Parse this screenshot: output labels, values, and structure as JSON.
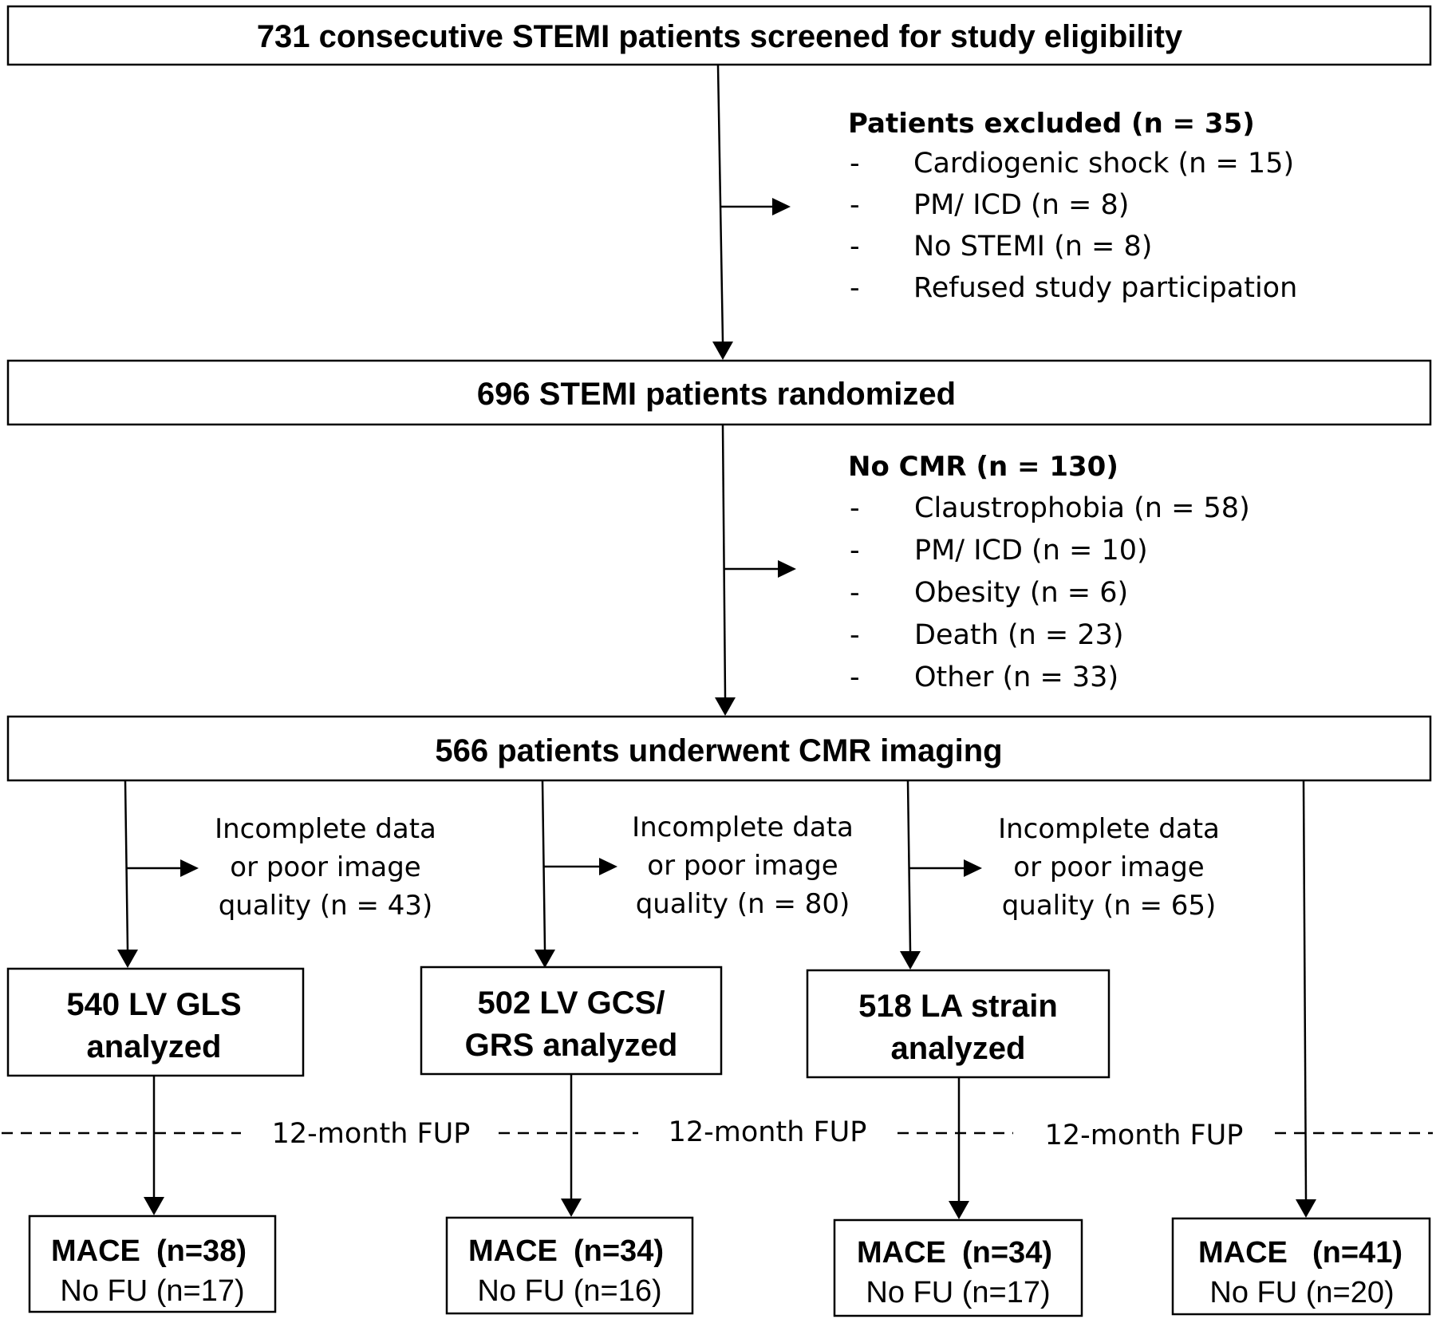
{
  "screening": {
    "title": "731 consecutive STEMI patients screened for study eligibility"
  },
  "exclusion1": {
    "title": "Patients excluded (n = 35)",
    "items": [
      "Cardiogenic shock (n = 15)",
      "PM/ ICD (n = 8)",
      "No STEMI (n = 8)",
      "Refused study participation"
    ]
  },
  "randomized": {
    "title": "696 STEMI patients randomized"
  },
  "exclusion2": {
    "title": "No CMR (n = 130)",
    "items": [
      "Claustrophobia (n = 58)",
      "PM/ ICD (n = 10)",
      "Obesity (n = 6)",
      "Death (n = 23)",
      "Other (n = 33)"
    ]
  },
  "dash_symbol": "-",
  "cmr": {
    "title": "566 patients underwent CMR imaging"
  },
  "incomplete": [
    {
      "lines": [
        "Incomplete data",
        "or poor image",
        "quality (n = 43)"
      ]
    },
    {
      "lines": [
        "Incomplete data",
        "or poor image",
        "quality (n = 80)"
      ]
    },
    {
      "lines": [
        "Incomplete data",
        "or poor image",
        "quality (n = 65)"
      ]
    }
  ],
  "analyzed": [
    {
      "lines": [
        "540 LV GLS",
        "analyzed"
      ]
    },
    {
      "lines": [
        "502 LV GCS/",
        "GRS analyzed"
      ]
    },
    {
      "lines": [
        "518 LA strain",
        "analyzed"
      ]
    }
  ],
  "followup_label": "12-month FUP",
  "outcomes": [
    {
      "mace_label": "MACE",
      "mace_count": "(n=38)",
      "nofu": "No FU (n=17)"
    },
    {
      "mace_label": "MACE",
      "mace_count": "(n=34)",
      "nofu": "No FU (n=16)"
    },
    {
      "mace_label": "MACE",
      "mace_count": "(n=34)",
      "nofu": "No FU (n=17)"
    },
    {
      "mace_label": "MACE",
      "mace_count": "(n=41)",
      "nofu": "No FU (n=20)"
    }
  ]
}
